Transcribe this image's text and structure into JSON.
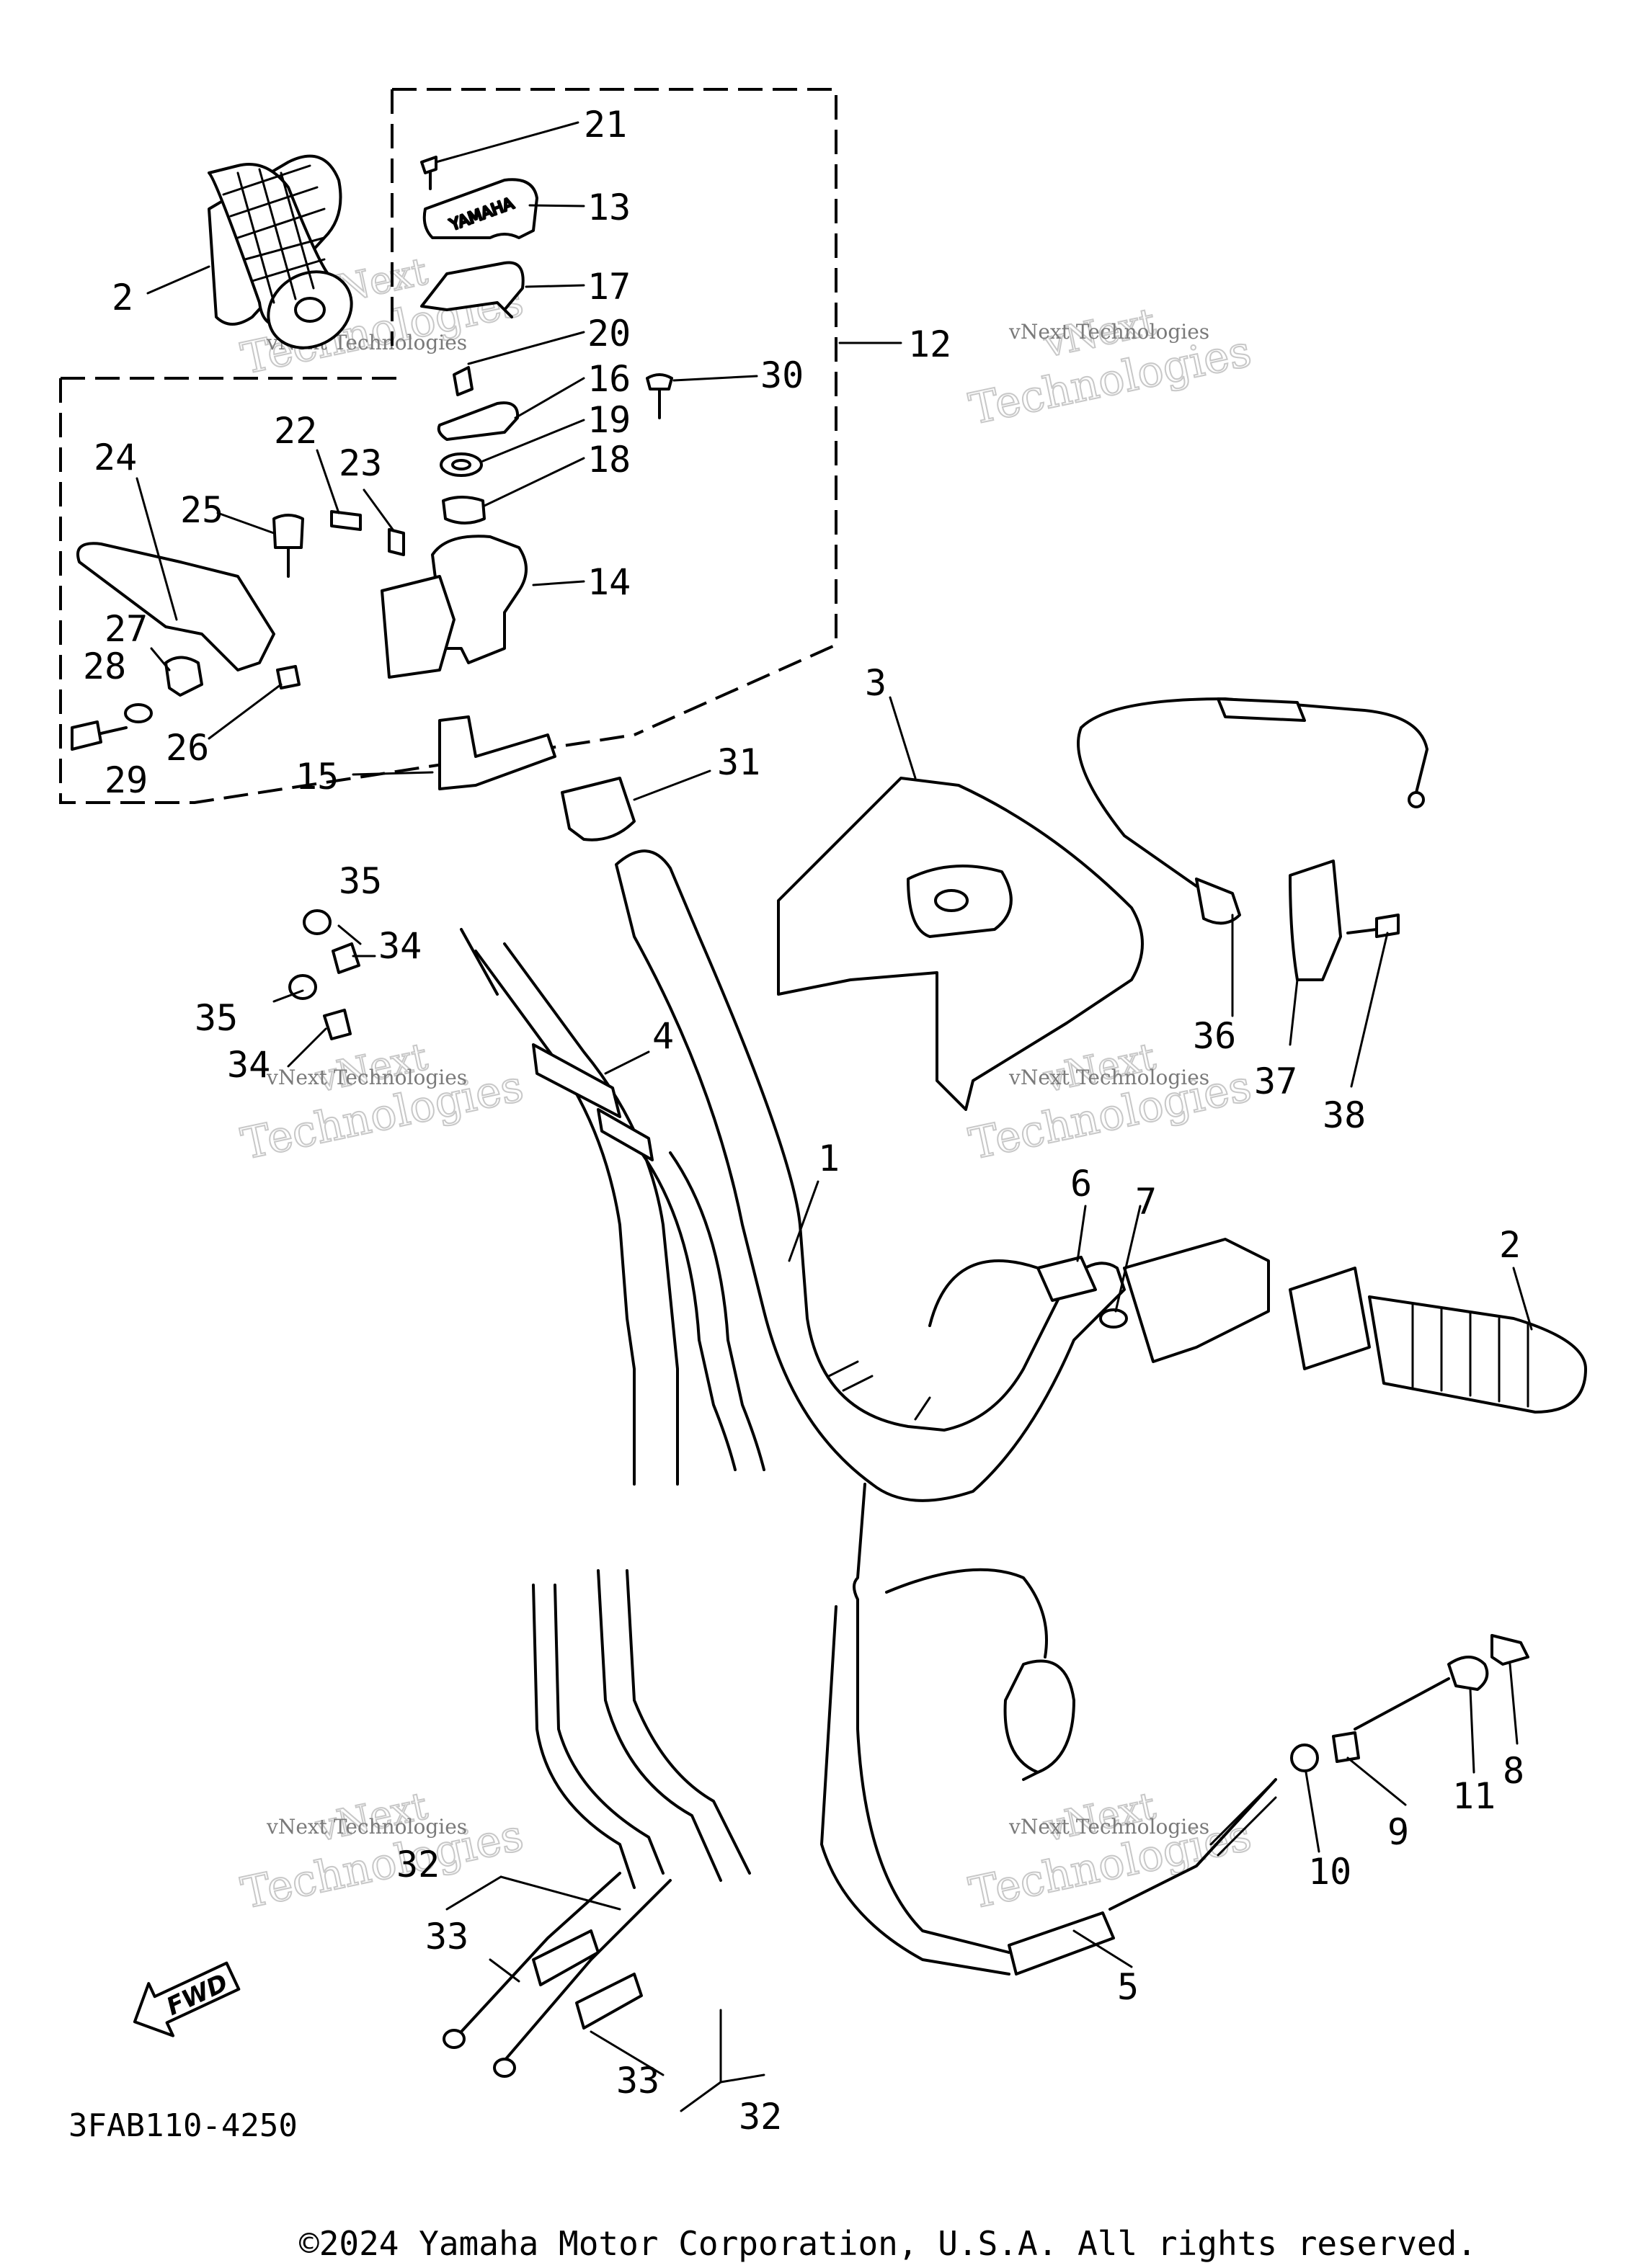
{
  "diagram": {
    "callouts": [
      "1",
      "2",
      "2",
      "3",
      "4",
      "5",
      "6",
      "7",
      "8",
      "9",
      "10",
      "11",
      "12",
      "13",
      "14",
      "15",
      "16",
      "17",
      "18",
      "19",
      "20",
      "21",
      "22",
      "23",
      "24",
      "25",
      "26",
      "27",
      "28",
      "29",
      "30",
      "31",
      "32",
      "32",
      "33",
      "33",
      "34",
      "34",
      "35",
      "35",
      "36",
      "37",
      "38"
    ],
    "part_code": "3FAB110-4250",
    "direction_label": "FWD",
    "watermark": {
      "line1": "vNext Technologies",
      "line2": "vNext",
      "line3": "Technologies"
    },
    "copyright": "©2024 Yamaha Motor Corporation, U.S.A. All rights reserved."
  }
}
